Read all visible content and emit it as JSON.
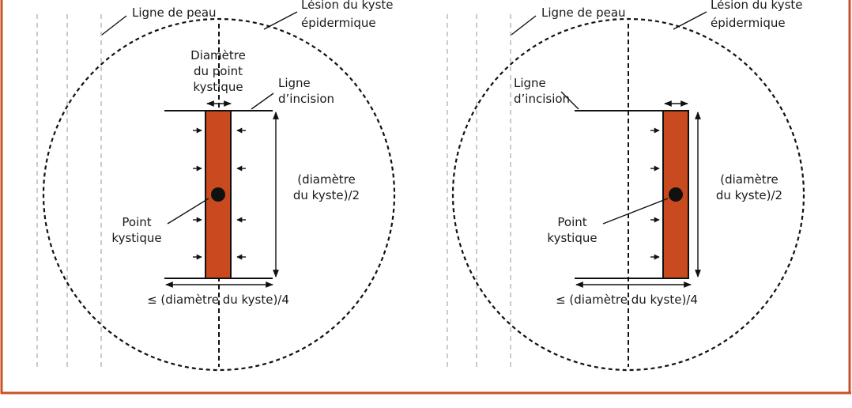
{
  "colors": {
    "frame": "#c8522a",
    "incision_fill": "#c94a1f",
    "line": "#111111",
    "skin_line": "#b5b5b5"
  },
  "left_panel": {
    "skin_line_label": "Ligne de peau",
    "lesion_label": [
      "Lésion du kyste",
      "épidermique"
    ],
    "pore_diameter_label": [
      "Diamètre",
      "du point",
      "kystique"
    ],
    "incision_line_label": [
      "Ligne",
      "d’incision"
    ],
    "height_label": [
      "(diamètre",
      "du kyste)/2"
    ],
    "pore_label": [
      "Point",
      "kystique"
    ],
    "width_label": "≤ (diamètre du kyste)/4"
  },
  "right_panel": {
    "skin_line_label": "Ligne de peau",
    "lesion_label": [
      "Lésion du kyste",
      "épidermique"
    ],
    "incision_line_label": [
      "Ligne",
      "d’incision"
    ],
    "height_label": [
      "(diamètre",
      "du kyste)/2"
    ],
    "pore_label": [
      "Point",
      "kystique"
    ],
    "width_label": "≤ (diamètre du kyste)/4"
  }
}
